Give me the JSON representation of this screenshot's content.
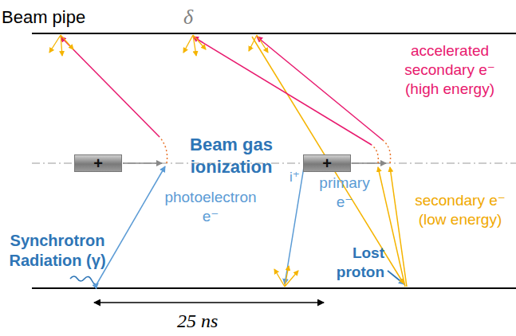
{
  "diagram": {
    "nodes": [
      {
        "text": [
          "+"
        ]
      },
      {
        "text": [
          "+"
        ]
      }
    ],
    "labels": [
      "Beam pipe",
      "δ",
      "accelerated secondary e⁻ (high energy)",
      "Beam gas ionization",
      "i⁺",
      "primary e⁻",
      "photoelectron e⁻",
      "secondary e⁻ (low energy)",
      "Synchrotron Radiation (γ)",
      "Lost proton",
      "25 ns"
    ]
  }
}
